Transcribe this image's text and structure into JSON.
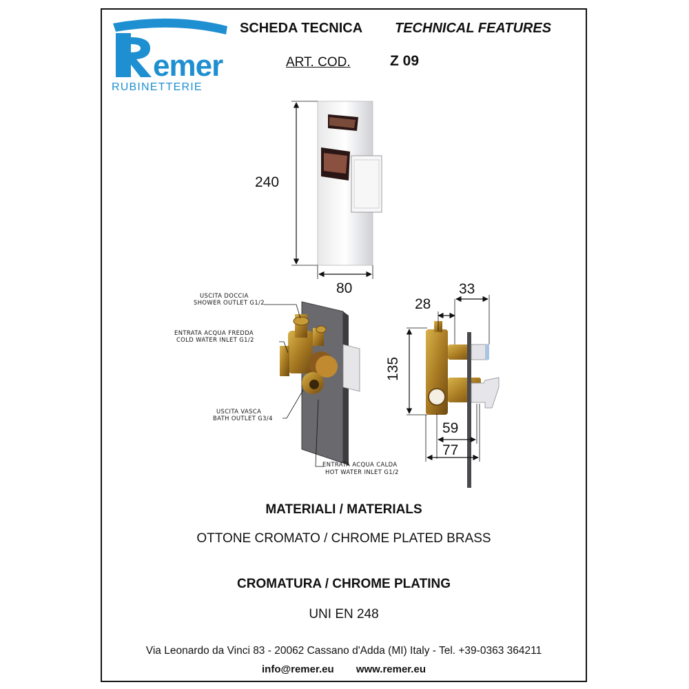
{
  "brand": {
    "logo_text": "Remer",
    "subtitle": "RUBINETTERIE",
    "primary_color": "#1e8fd0"
  },
  "header": {
    "title_it": "SCHEDA TECNICA",
    "title_en": "TECHNICAL FEATURES",
    "art_label": "ART. COD.",
    "art_code": "Z 09"
  },
  "drawing": {
    "dim_height": "240",
    "dim_width": "80",
    "dim_28": "28",
    "dim_33": "33",
    "dim_135": "135",
    "dim_59": "59",
    "dim_77": "77",
    "labels": {
      "shower_it": "USCITA DOCCIA",
      "shower_en": "SHOWER OUTLET G1/2",
      "cold_it": "ENTRATA ACQUA FREDDA",
      "cold_en": "COLD WATER INLET  G1/2",
      "bath_it": "USCITA VASCA",
      "bath_en": "BATH OUTLET G3/4",
      "hot_it": "ENTRATA ACQUA CALDA",
      "hot_en": "HOT WATER INLET  G1/2"
    }
  },
  "materials": {
    "title": "MATERIALI / MATERIALS",
    "value": "OTTONE CROMATO / CHROME PLATED BRASS"
  },
  "plating": {
    "title": "CROMATURA / CHROME PLATING",
    "value": "UNI EN 248"
  },
  "footer": {
    "address": "Via Leonardo da Vinci 83 - 20062 Cassano d'Adda (MI) Italy - Tel. +39-0363 364211",
    "email": "info@remer.eu",
    "website": "www.remer.eu"
  }
}
